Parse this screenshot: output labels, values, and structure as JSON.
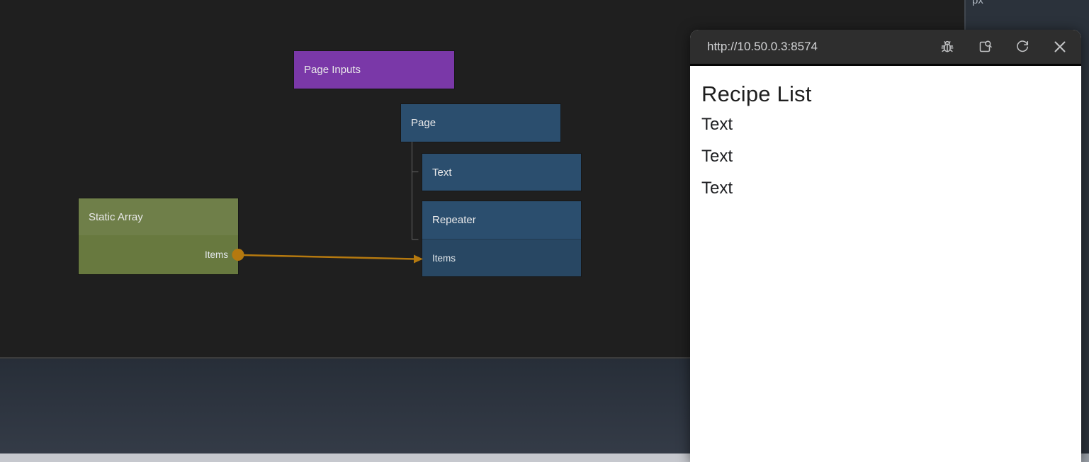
{
  "canvas": {
    "nodes": {
      "page_inputs": {
        "label": "Page Inputs",
        "color": "#7a38a8"
      },
      "page": {
        "label": "Page",
        "color": "#2b4e6e"
      },
      "text": {
        "label": "Text",
        "color": "#2b4e6e"
      },
      "repeater": {
        "label": "Repeater",
        "color": "#2b4e6e",
        "input_port": "Items"
      },
      "static_array": {
        "label": "Static Array",
        "color": "#6f7f49",
        "output_port": "Items"
      }
    },
    "connection": {
      "from": "Static Array.Items",
      "to": "Repeater.Items",
      "color": "#b5790f"
    }
  },
  "preview_window": {
    "url": "http://10.50.0.3:8574",
    "toolbar_icons": [
      "debug-icon",
      "open-in-window-icon",
      "refresh-icon",
      "close-icon"
    ],
    "page": {
      "heading": "Recipe List",
      "items": [
        "Text",
        "Text",
        "Text"
      ]
    }
  },
  "right_panel": {
    "unit_label": "px"
  }
}
